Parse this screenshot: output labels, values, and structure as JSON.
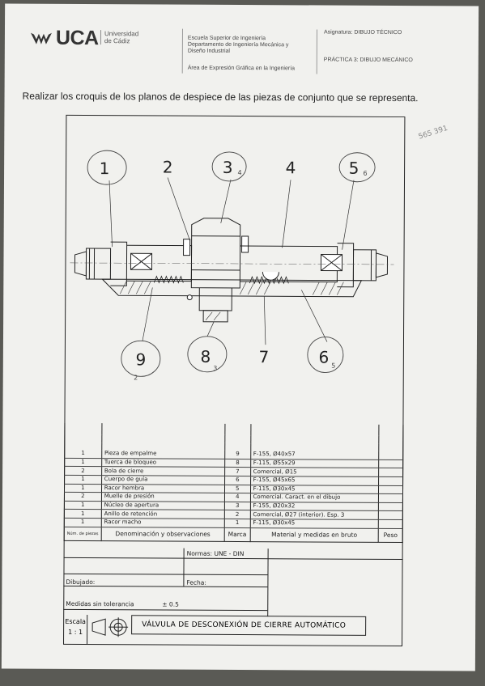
{
  "header": {
    "logo_text": "UCA",
    "university_line1": "Universidad",
    "university_line2": "de Cádiz",
    "school_line1": "Escuela Superior de Ingeniería",
    "school_line2": "Departamento de Ingeniería Mecánica y",
    "school_line3": "Diseño Industrial",
    "area": "Área de Expresión Gráfica en la Ingeniería",
    "subject": "Asignatura: DIBUJO TÉCNICO",
    "practice": "PRÁCTICA 3: DIBUJO MECÁNICO"
  },
  "instruction": "Realizar los croquis de los planos de despiece de las piezas de conjunto que se representa.",
  "handwritten_note": "565 391",
  "callouts": [
    {
      "label": "1"
    },
    {
      "label": "2"
    },
    {
      "label": "3",
      "sub": "4"
    },
    {
      "label": "4"
    },
    {
      "label": "5",
      "sub": "6"
    },
    {
      "label": "9",
      "sub": "2"
    },
    {
      "label": "8",
      "sub": "3"
    },
    {
      "label": "7"
    },
    {
      "label": "6",
      "sub": "5"
    }
  ],
  "parts_table": {
    "rows": [
      {
        "qty": "1",
        "name": "Pieza de empalme",
        "mark": "9",
        "material": "F-155, Ø40x57"
      },
      {
        "qty": "1",
        "name": "Tuerca de bloqueo",
        "mark": "8",
        "material": "F-115, Ø55x29"
      },
      {
        "qty": "2",
        "name": "Bola de cierre",
        "mark": "7",
        "material": "Comercial, Ø15"
      },
      {
        "qty": "1",
        "name": "Cuerpo de guía",
        "mark": "6",
        "material": "F-155, Ø45x65"
      },
      {
        "qty": "1",
        "name": "Racor hembra",
        "mark": "5",
        "material": "F-115, Ø30x45"
      },
      {
        "qty": "2",
        "name": "Muelle de presión",
        "mark": "4",
        "material": "Comercial. Caract. en el dibujo"
      },
      {
        "qty": "1",
        "name": "Núcleo de apertura",
        "mark": "3",
        "material": "F-155, Ø20x32"
      },
      {
        "qty": "1",
        "name": "Anillo de retención",
        "mark": "2",
        "material": "Comercial, Ø27 (interior). Esp. 3"
      },
      {
        "qty": "1",
        "name": "Racor macho",
        "mark": "1",
        "material": "F-115, Ø30x45"
      }
    ],
    "headers": {
      "qty": "Núm. de piezas",
      "name": "Denominación y observaciones",
      "mark": "Marca",
      "material": "Material y medidas en bruto",
      "weight": "Peso"
    }
  },
  "title_block": {
    "normas": "Normas: UNE - DIN",
    "dibujado": "Dibujado:",
    "fecha": "Fecha:",
    "tolerancia_label": "Medidas sin tolerancia",
    "tolerancia_value": "± 0.5",
    "escala_label": "Escala",
    "escala_value": "1 : 1",
    "title": "VÁLVULA DE DESCONEXIÓN DE CIERRE AUTOMÁTICO"
  }
}
